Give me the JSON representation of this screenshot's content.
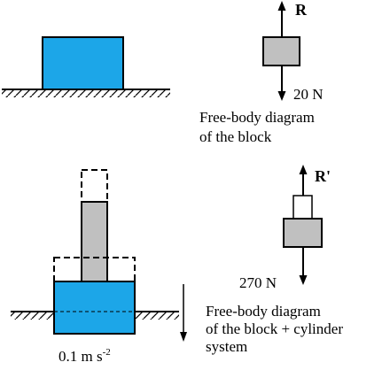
{
  "colors": {
    "block": "#1ca6e8",
    "fbd_box": "#c0c0c0",
    "cylinder": "#c0c0c0",
    "line": "#000000",
    "hatch": "#000000"
  },
  "top_scene": {
    "normal_force_label": "R",
    "weight_label": "20 N",
    "caption_line1": "Free-body diagram",
    "caption_line2": "of the block"
  },
  "bottom_scene": {
    "normal_force_label": "R'",
    "weight_label": "270 N",
    "acceleration_label": "0.1 m s",
    "acceleration_exponent": "-2",
    "caption_line1": "Free-body diagram",
    "caption_line2": "of the block + cylinder",
    "caption_line3": "system"
  }
}
